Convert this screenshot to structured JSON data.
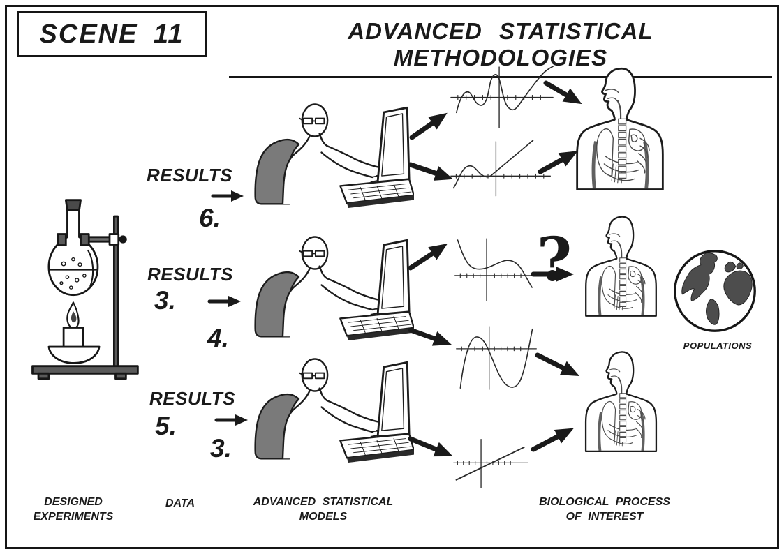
{
  "header": {
    "scene_label": "SCENE 11",
    "title": "ADVANCED STATISTICAL METHODOLOGIES"
  },
  "data_column": {
    "rows": [
      {
        "label": "RESULTS",
        "numbers": [
          "6."
        ]
      },
      {
        "label": "RESULTS",
        "numbers": [
          "3.",
          "4."
        ]
      },
      {
        "label": "RESULTS",
        "numbers": [
          "5.",
          "3."
        ]
      }
    ]
  },
  "question_mark": "?",
  "footer": {
    "designed_experiments": "DESIGNED\nEXPERIMENTS",
    "data": "DATA",
    "models": "ADVANCED STATISTICAL\nMODELS",
    "biological_process": "BIOLOGICAL PROCESS\nOF INTEREST"
  },
  "populations_label": "POPULATIONS",
  "illustrations": {
    "designed_experiments_icon": "flask-heated-on-ring-stand",
    "statistician_icon": "person-typing-on-laptop",
    "plot_icons": [
      "oscillating-polynomial-fit-plot",
      "hump-then-linear-fit-plot",
      "cubic-decreasing-fit-plot",
      "cubic-oscillation-fit-plot",
      "linear-fit-plot"
    ],
    "biological_process_icon": "human-torso-anatomy",
    "populations_icon": "earth-globe",
    "flow_icon": "thick-black-arrows"
  },
  "colors": {
    "ink": "#1a1a1a",
    "chair_fill": "#7a7a7a",
    "continent_fill": "#4d4d4d",
    "background": "#ffffff"
  }
}
